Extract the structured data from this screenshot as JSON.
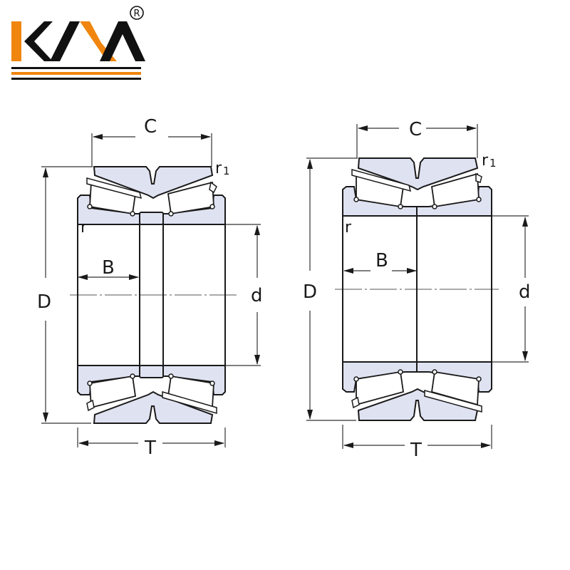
{
  "logo": {
    "text": "KYA",
    "registered_mark": "®",
    "colors": {
      "orange": "#f0860f",
      "black": "#111111"
    }
  },
  "colors": {
    "ring_fill": "#dfe2f1",
    "outline": "#1a1a1a",
    "background": "#ffffff"
  },
  "diagrams": [
    {
      "id": "left",
      "description": "Double-row tapered roller bearing (TDI type with spacer)",
      "labels": {
        "C": "C",
        "r1": "r",
        "r1_sub": "1",
        "r": "r",
        "B": "B",
        "D": "D",
        "d": "d",
        "T": "T"
      }
    },
    {
      "id": "right",
      "description": "Double-row tapered roller bearing (TDI type without spacer)",
      "labels": {
        "C": "C",
        "r1": "r",
        "r1_sub": "1",
        "r": "r",
        "B": "B",
        "D": "D",
        "d": "d",
        "T": "T"
      }
    }
  ]
}
